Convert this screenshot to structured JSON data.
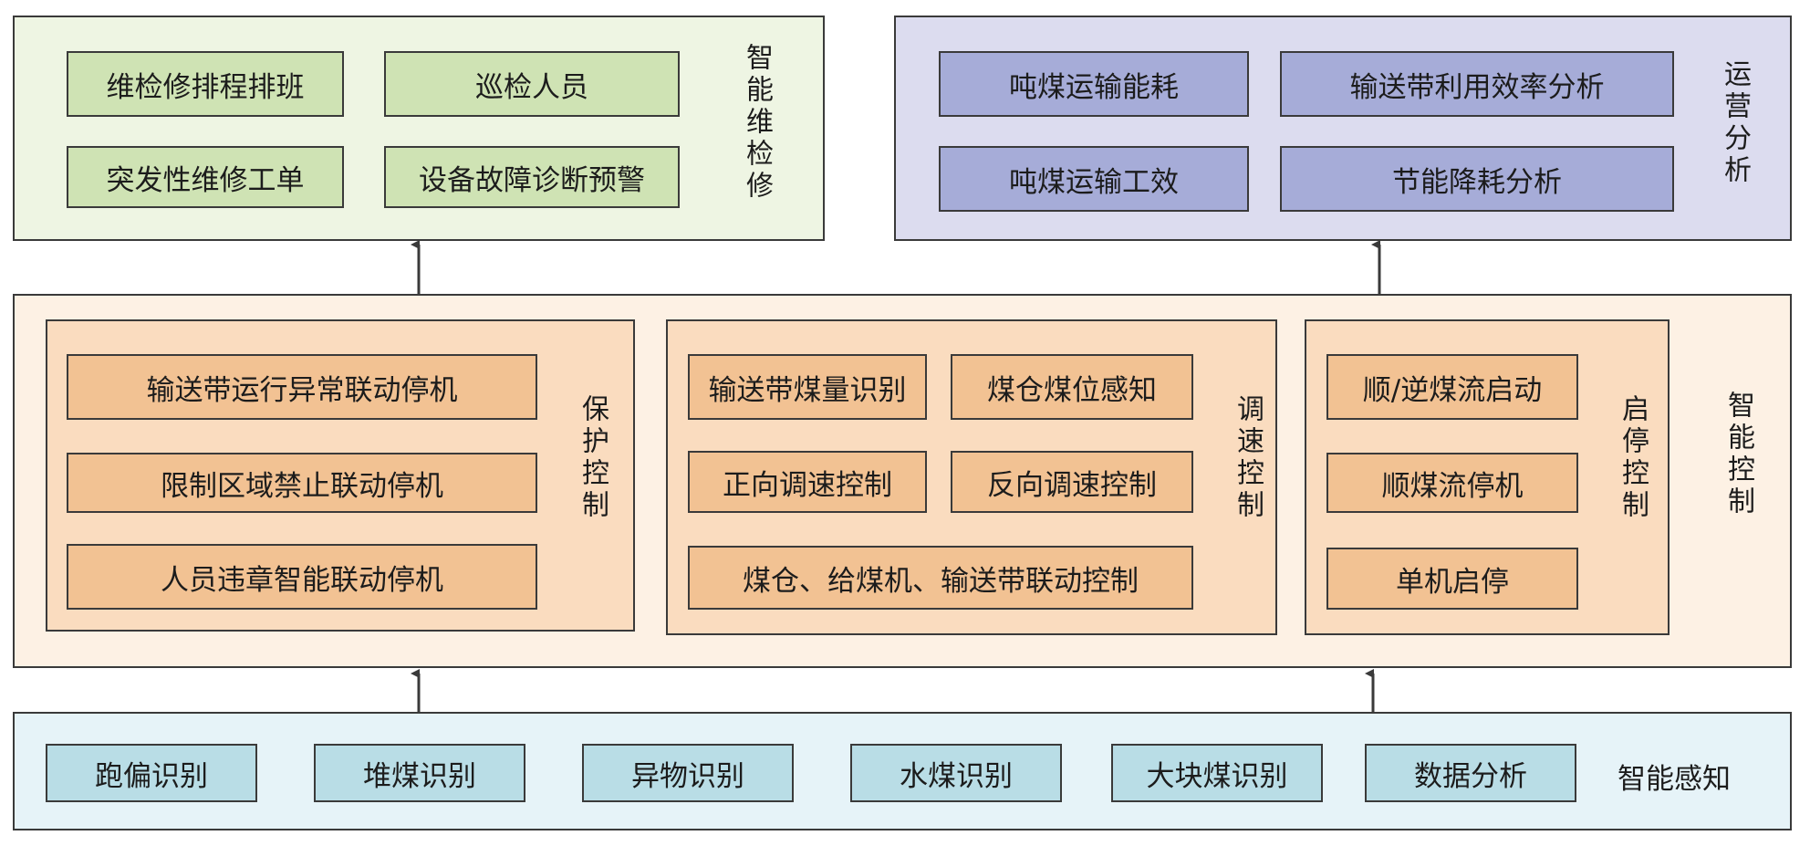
{
  "maintenance": {
    "title": "智能维检修",
    "items": [
      "维检修排程排班",
      "巡检人员",
      "突发性维修工单",
      "设备故障诊断预警"
    ]
  },
  "operations": {
    "title": "运营分析",
    "items": [
      "吨煤运输能耗",
      "输送带利用效率分析",
      "吨煤运输工效",
      "节能降耗分析"
    ]
  },
  "control": {
    "title": "智能控制",
    "protection": {
      "title": "保护控制",
      "items": [
        "输送带运行异常联动停机",
        "限制区域禁止联动停机",
        "人员违章智能联动停机"
      ]
    },
    "speed": {
      "title": "调速控制",
      "items": [
        "输送带煤量识别",
        "煤仓煤位感知",
        "正向调速控制",
        "反向调速控制",
        "煤仓、给煤机、输送带联动控制"
      ]
    },
    "startstop": {
      "title": "启停控制",
      "items": [
        "顺/逆煤流启动",
        "顺煤流停机",
        "单机启停"
      ]
    }
  },
  "perception": {
    "title": "智能感知",
    "items": [
      "跑偏识别",
      "堆煤识别",
      "异物识别",
      "水煤识别",
      "大块煤识别",
      "数据分析"
    ]
  }
}
